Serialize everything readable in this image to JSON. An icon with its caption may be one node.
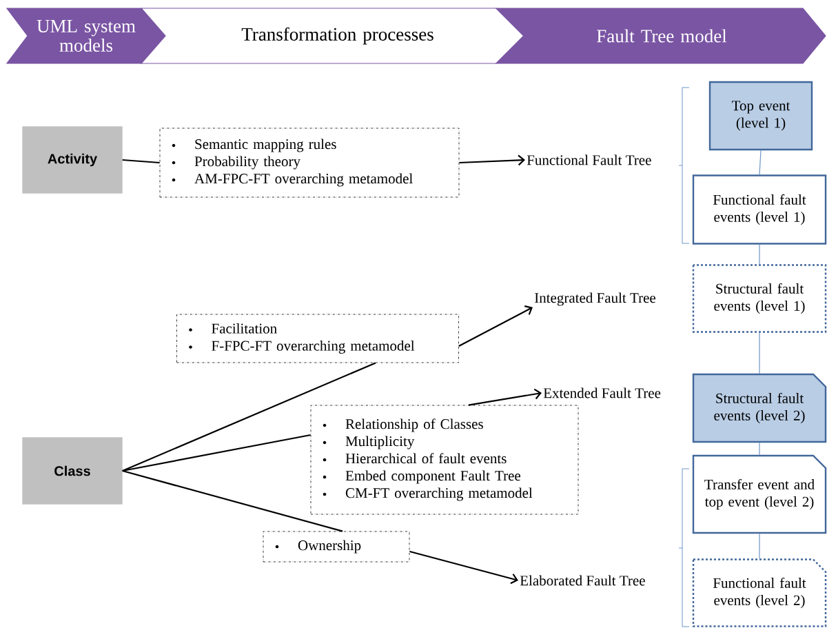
{
  "diagram": {
    "nodes": [
      {
        "text": [
          "UML system models"
        ]
      },
      {
        "text": [
          "Transformation processes"
        ]
      },
      {
        "text": [
          "Fault Tree model"
        ]
      },
      {
        "text": [
          "Activity"
        ]
      },
      {
        "text": [
          "Semantic mapping rules",
          "Probability theory",
          "AM-FPC-FT overarching metamodel"
        ]
      },
      {
        "text": [
          "Functional Fault Tree"
        ]
      },
      {
        "text": [
          "Facilitation",
          "F-FPC-FT overarching metamodel"
        ]
      },
      {
        "text": [
          "Integrated Fault Tree"
        ]
      },
      {
        "text": [
          "Relationship of Classes",
          "Multiplicity",
          "Hierarchical of fault events",
          "Embed component Fault Tree",
          "CM-FT overarching metamodel"
        ]
      },
      {
        "text": [
          "Extended Fault Tree"
        ]
      },
      {
        "text": [
          "Ownership"
        ]
      },
      {
        "text": [
          "Elaborated Fault Tree"
        ]
      },
      {
        "text": [
          "Class"
        ]
      },
      {
        "text": [
          "Top event (level 1)"
        ]
      },
      {
        "text": [
          "Functional fault events (level 1)"
        ]
      },
      {
        "text": [
          "Structural fault events (level 1)"
        ]
      },
      {
        "text": [
          "Structural fault events (level 2)"
        ]
      },
      {
        "text": [
          "Transfer event and top event (level 2)"
        ]
      },
      {
        "text": [
          "Functional fault events (level 2)"
        ]
      }
    ],
    "edges": [
      {
        "from": 3,
        "to": 4,
        "arrow": "none"
      },
      {
        "from": 4,
        "to": 5,
        "arrow": "to"
      },
      {
        "from": 12,
        "to": 6,
        "arrow": "none"
      },
      {
        "from": 6,
        "to": 7,
        "arrow": "to"
      },
      {
        "from": 12,
        "to": 8,
        "arrow": "none"
      },
      {
        "from": 8,
        "to": 9,
        "arrow": "to"
      },
      {
        "from": 12,
        "to": 10,
        "arrow": "none"
      },
      {
        "from": 10,
        "to": 11,
        "arrow": "to"
      },
      {
        "from": 13,
        "to": 14,
        "arrow": "none",
        "color": "#6f96c8"
      },
      {
        "from": 14,
        "to": 15,
        "arrow": "none",
        "color": "#6f96c8"
      },
      {
        "from": 15,
        "to": 16,
        "arrow": "none",
        "color": "#6f96c8"
      },
      {
        "from": 16,
        "to": 17,
        "arrow": "none",
        "color": "#6f96c8"
      },
      {
        "from": 17,
        "to": 18,
        "arrow": "none",
        "color": "#6f96c8"
      }
    ]
  }
}
